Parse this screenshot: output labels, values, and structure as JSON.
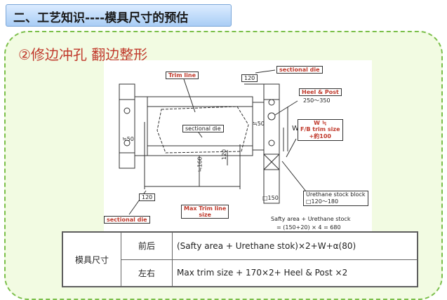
{
  "header": {
    "title": "二、工艺知识----模具尺寸的预估"
  },
  "section": {
    "subtitle": "②修边冲孔  翻边整形"
  },
  "diagram": {
    "trim_line": "Trim line",
    "sectional_die_top": "sectional die",
    "sectional_die_center": "sectional die",
    "sectional_die_bottom": "sectional die",
    "heel_post": "Heel & Post",
    "heel_post_range": "250～350",
    "dim_120_top": "120",
    "dim_50_right": "≒50",
    "dim_50_left": "≒50",
    "dim_w": "W",
    "w_label_1": "W ≒",
    "w_label_2": "F/B trim size",
    "w_label_3": "+約100",
    "dim_160": "≒160",
    "dim_120_center": "120",
    "dim_120_bottom": "120",
    "max_trim_1": "Max Trim line",
    "max_trim_2": "size",
    "dim_150": "□150",
    "urethane_block": "Urethane stock block",
    "urethane_range": "□120～180",
    "safty_area": "Safty area + Urethane stock",
    "safty_formula": "= (150+20) × 4 = 680"
  },
  "table": {
    "head": "模具尺寸",
    "rows": [
      {
        "label": "前后",
        "formula": "(Safty area + Urethane stok)×2+W+α(80)"
      },
      {
        "label": "左右",
        "formula": "Max trim size + 170×2+ Heel & Post ×2"
      }
    ]
  }
}
